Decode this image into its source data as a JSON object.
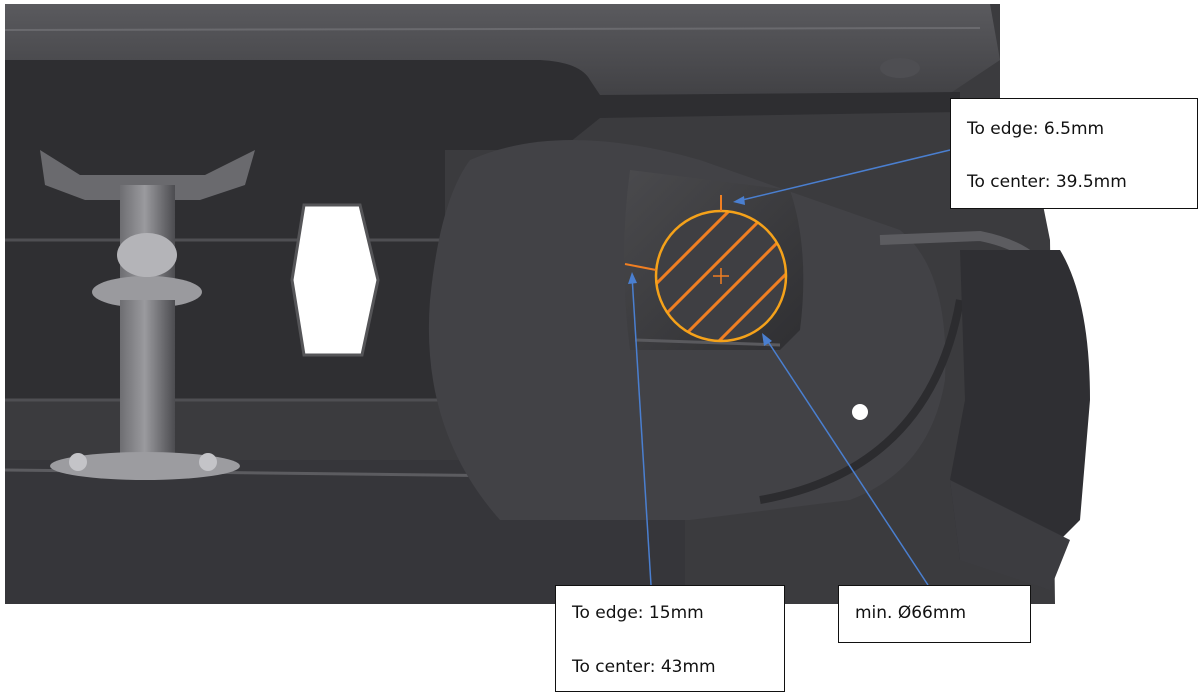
{
  "colors": {
    "part_dark": "#3a3a3c",
    "part_mid": "#4a4a4d",
    "part_light": "#5c5c60",
    "leader": "#4a7fd0",
    "hole_outline": "#f5a21a",
    "hatch": "#f07f22",
    "edge_marker": "#f07f22"
  },
  "callouts": {
    "top_right": {
      "line1": "To edge: 6.5mm",
      "line2": "To center: 39.5mm"
    },
    "bottom_left": {
      "line1": "To edge: 15mm",
      "line2": "To center: 43mm"
    },
    "diameter": {
      "label": "min. Ø66mm"
    }
  }
}
